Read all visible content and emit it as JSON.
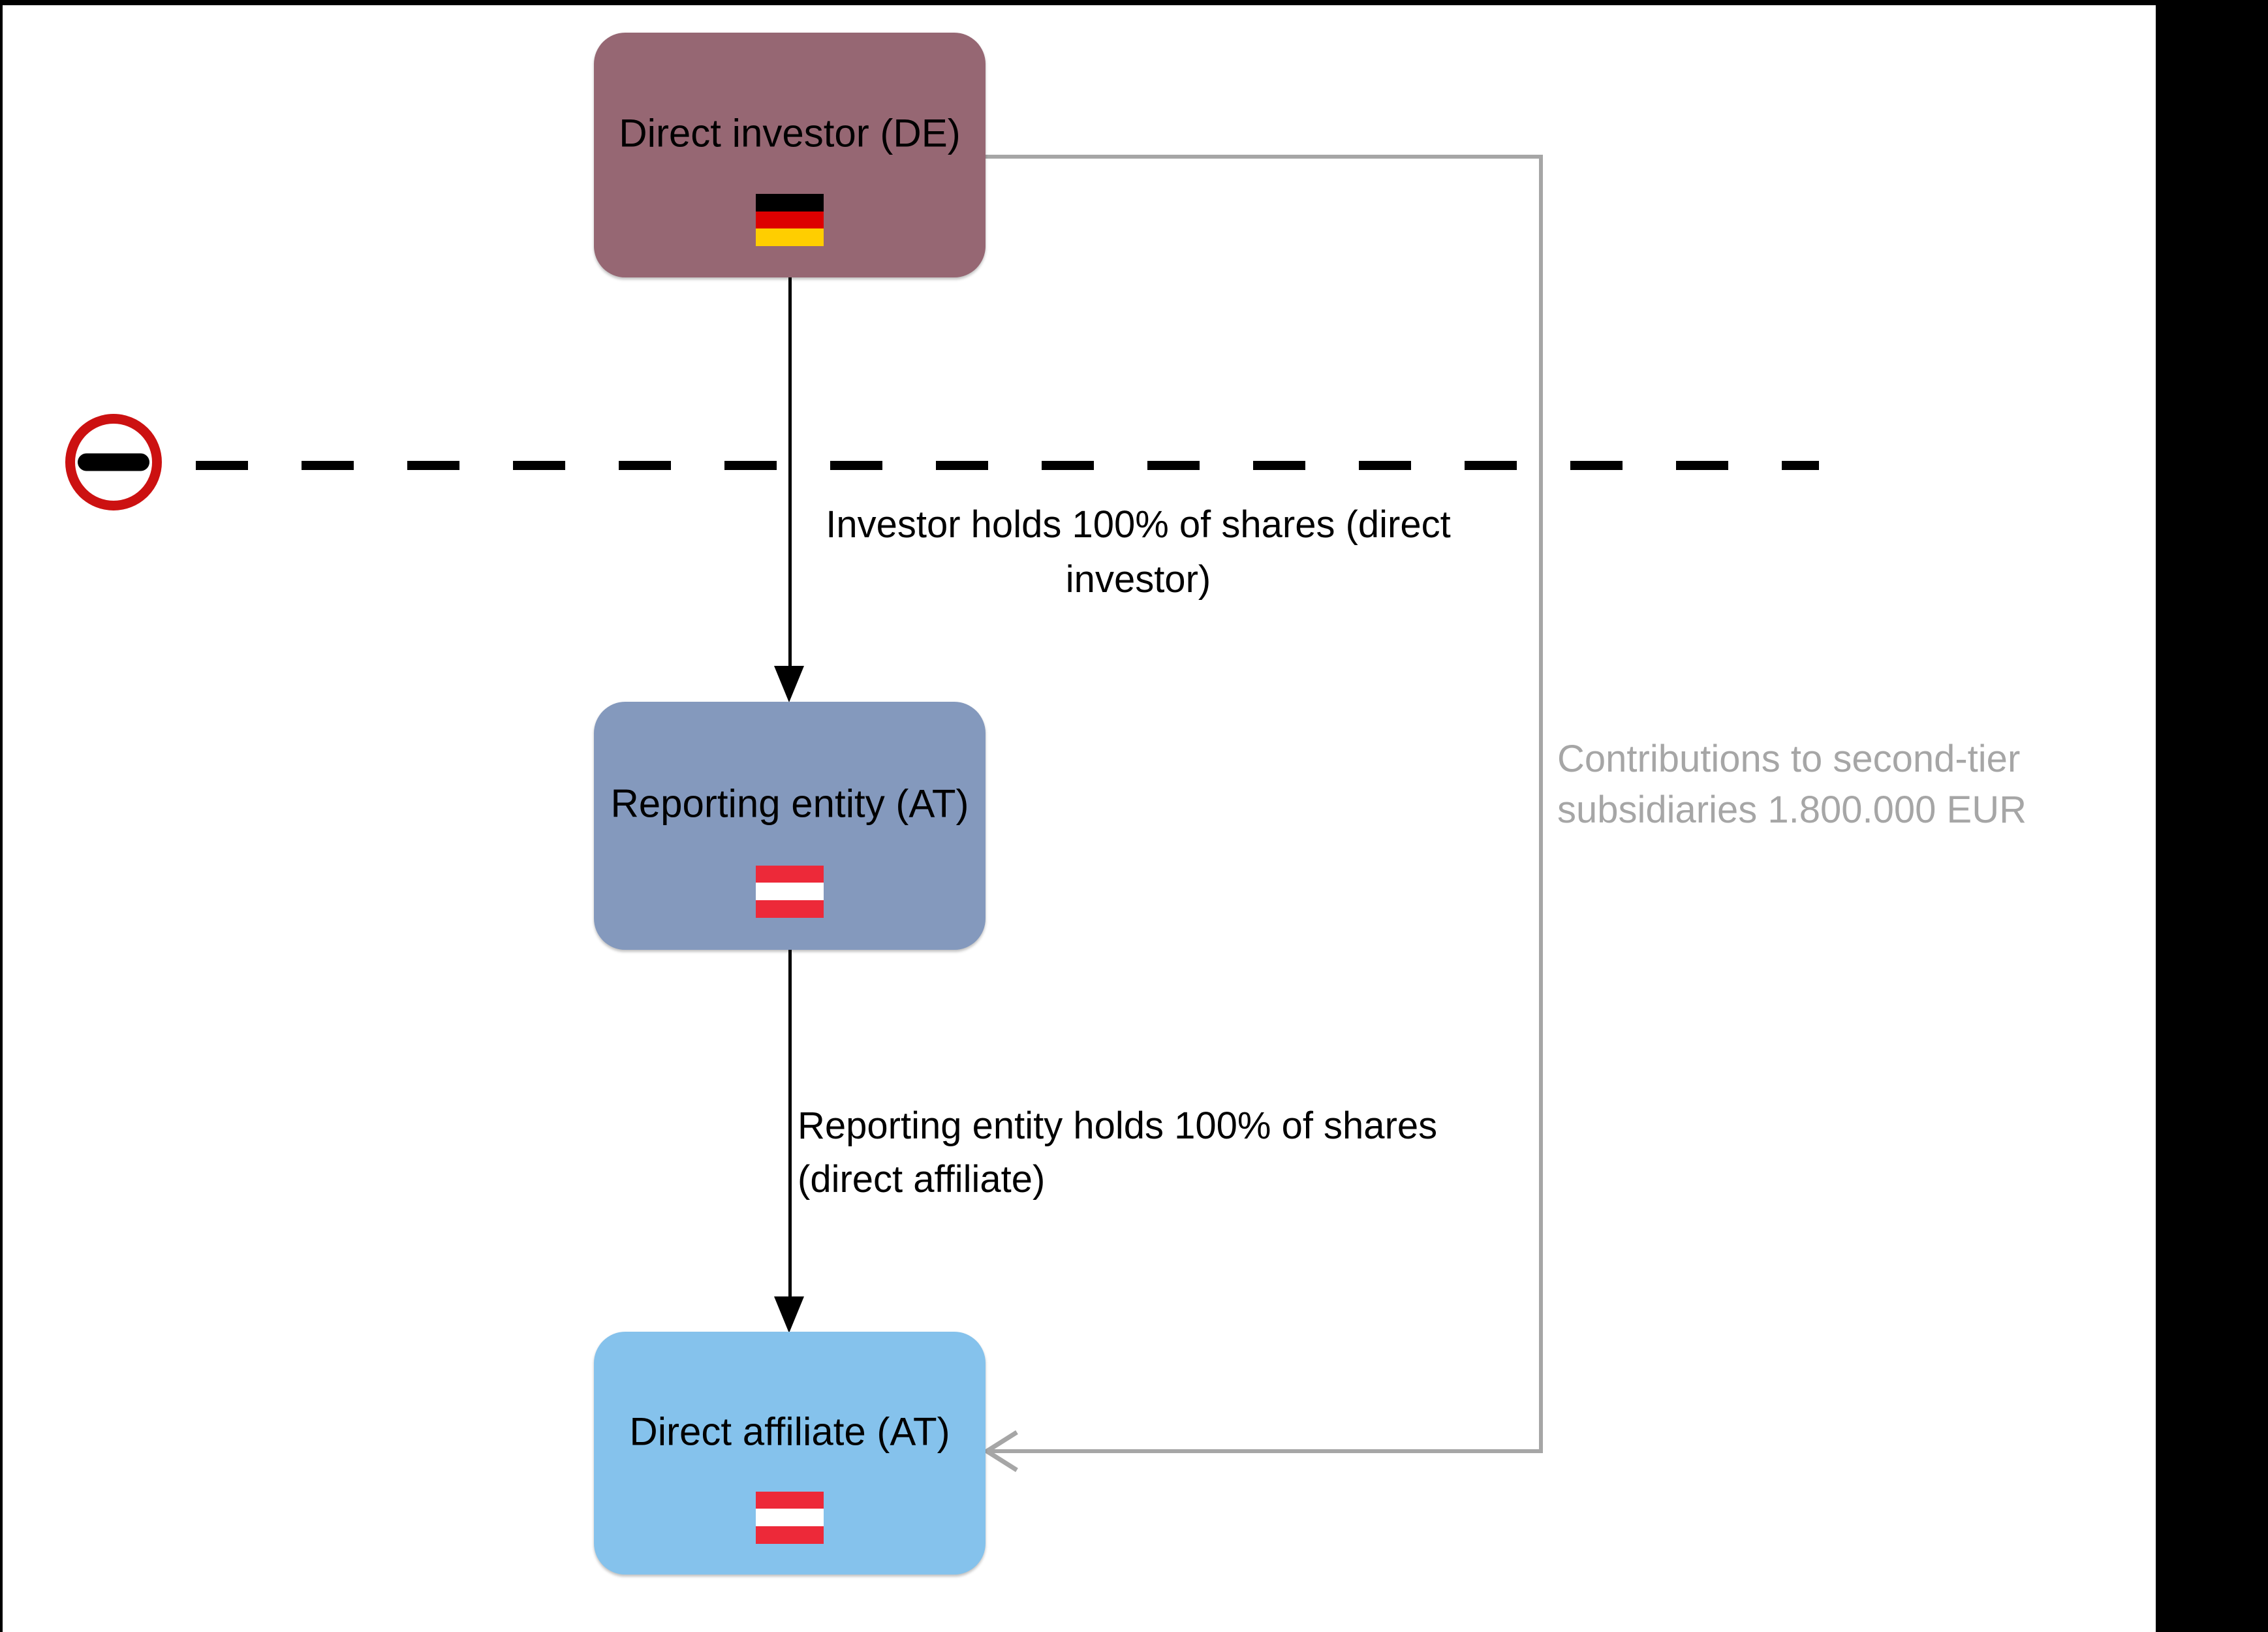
{
  "nodes": [
    {
      "id": "direct-investor",
      "label": "Direct investor (DE)",
      "flag": "germany-flag",
      "fill": "#966773"
    },
    {
      "id": "reporting-entity",
      "label": "Reporting entity (AT)",
      "flag": "austria-flag",
      "fill": "#8499BD"
    },
    {
      "id": "direct-affiliate",
      "label": "Direct affiliate (AT)",
      "flag": "austria-flag",
      "fill": "#85C2EC"
    }
  ],
  "edges": {
    "investor_holds": {
      "line1": "Investor holds 100% of shares (direct",
      "line2": "investor)",
      "color": "#000000"
    },
    "reporting_holds": {
      "line1": "Reporting entity holds 100% of shares",
      "line2": "(direct affiliate)",
      "color": "#000000"
    },
    "contributions": {
      "line1": "Contributions to second-tier",
      "line2": "subsidiaries 1.800.000 EUR",
      "color": "#A6A6A6"
    }
  },
  "icons": {
    "no_entry": {
      "name": "no-entry-icon",
      "ring_color": "#CC1111",
      "bar_color": "#000000"
    }
  },
  "flags": {
    "germany": [
      "#000000",
      "#DD0000",
      "#FFCE00"
    ],
    "austria": [
      "#ED2939",
      "#FFFFFF",
      "#ED2939"
    ]
  },
  "frame": {
    "background": "#FFFFFF",
    "border_color": "#000000"
  }
}
